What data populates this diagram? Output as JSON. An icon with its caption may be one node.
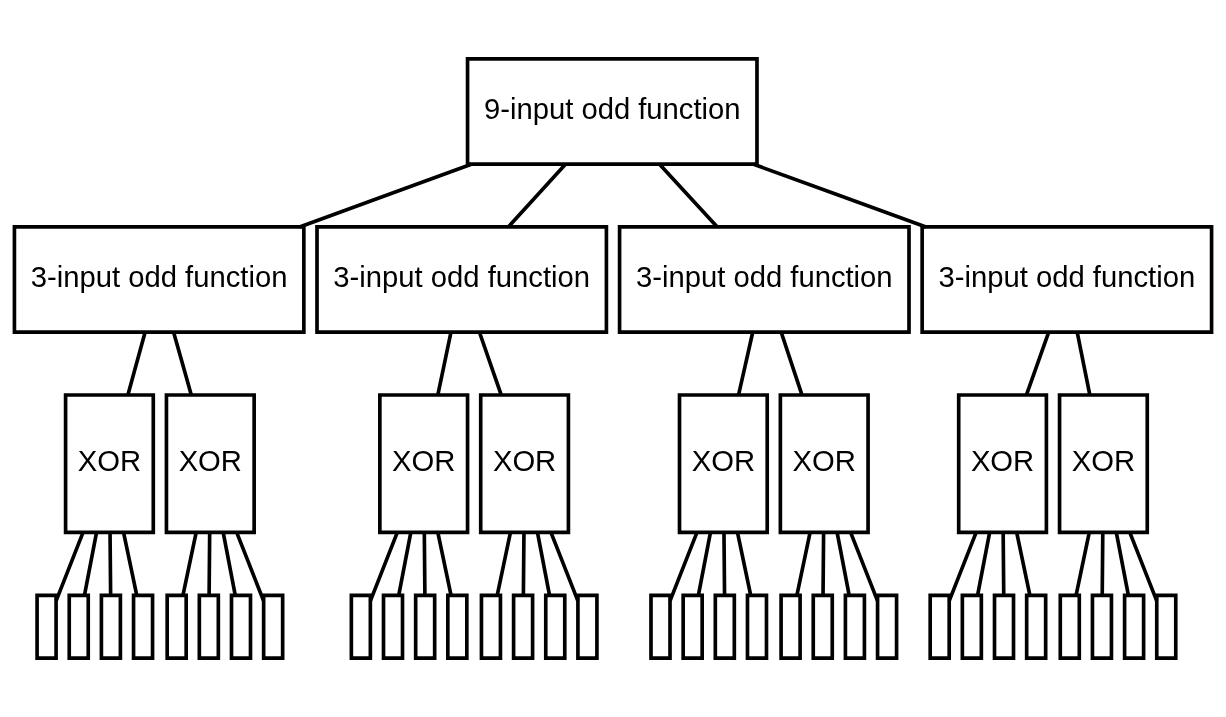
{
  "diagram": {
    "nodes": [
      {
        "text": [
          "9-input odd function"
        ]
      },
      {
        "text": [
          "3-input odd function"
        ]
      },
      {
        "text": [
          "3-input odd function"
        ]
      },
      {
        "text": [
          "3-input odd function"
        ]
      },
      {
        "text": [
          "3-input odd function"
        ]
      },
      {
        "text": [
          "XOR"
        ]
      },
      {
        "text": [
          "XOR"
        ]
      },
      {
        "text": [
          "XOR"
        ]
      },
      {
        "text": [
          "XOR"
        ]
      },
      {
        "text": [
          "XOR"
        ]
      },
      {
        "text": [
          "XOR"
        ]
      },
      {
        "text": [
          "XOR"
        ]
      },
      {
        "text": [
          "XOR"
        ]
      },
      {
        "text": [],
        "shape": "box"
      },
      {
        "text": [],
        "shape": "box"
      },
      {
        "text": [],
        "shape": "box"
      },
      {
        "text": [],
        "shape": "box"
      },
      {
        "text": [],
        "shape": "box"
      },
      {
        "text": [],
        "shape": "box"
      },
      {
        "text": [],
        "shape": "box"
      },
      {
        "text": [],
        "shape": "box"
      },
      {
        "text": [],
        "shape": "box"
      },
      {
        "text": [],
        "shape": "box"
      },
      {
        "text": [],
        "shape": "box"
      },
      {
        "text": [],
        "shape": "box"
      },
      {
        "text": [],
        "shape": "box"
      },
      {
        "text": [],
        "shape": "box"
      },
      {
        "text": [],
        "shape": "box"
      },
      {
        "text": [],
        "shape": "box"
      },
      {
        "text": [],
        "shape": "box"
      },
      {
        "text": [],
        "shape": "box"
      },
      {
        "text": [],
        "shape": "box"
      },
      {
        "text": [],
        "shape": "box"
      },
      {
        "text": [],
        "shape": "box"
      },
      {
        "text": [],
        "shape": "box"
      },
      {
        "text": [],
        "shape": "box"
      },
      {
        "text": [],
        "shape": "box"
      },
      {
        "text": [],
        "shape": "box"
      },
      {
        "text": [],
        "shape": "box"
      },
      {
        "text": [],
        "shape": "box"
      },
      {
        "text": [],
        "shape": "box"
      },
      {
        "text": [],
        "shape": "box"
      },
      {
        "text": [],
        "shape": "box"
      },
      {
        "text": [],
        "shape": "box"
      },
      {
        "text": [],
        "shape": "box"
      }
    ],
    "edges": [
      {
        "from": 0,
        "to": 1,
        "arrow": "none"
      },
      {
        "from": 0,
        "to": 2,
        "arrow": "none"
      },
      {
        "from": 0,
        "to": 3,
        "arrow": "none"
      },
      {
        "from": 0,
        "to": 4,
        "arrow": "none"
      },
      {
        "from": 1,
        "to": 5,
        "arrow": "none"
      },
      {
        "from": 1,
        "to": 6,
        "arrow": "none"
      },
      {
        "from": 2,
        "to": 7,
        "arrow": "none"
      },
      {
        "from": 2,
        "to": 8,
        "arrow": "none"
      },
      {
        "from": 3,
        "to": 9,
        "arrow": "none"
      },
      {
        "from": 3,
        "to": 10,
        "arrow": "none"
      },
      {
        "from": 4,
        "to": 11,
        "arrow": "none"
      },
      {
        "from": 4,
        "to": 12,
        "arrow": "none"
      },
      {
        "from": 5,
        "to": 13,
        "arrow": "none"
      },
      {
        "from": 5,
        "to": 14,
        "arrow": "none"
      },
      {
        "from": 5,
        "to": 15,
        "arrow": "none"
      },
      {
        "from": 5,
        "to": 16,
        "arrow": "none"
      },
      {
        "from": 6,
        "to": 17,
        "arrow": "none"
      },
      {
        "from": 6,
        "to": 18,
        "arrow": "none"
      },
      {
        "from": 6,
        "to": 19,
        "arrow": "none"
      },
      {
        "from": 6,
        "to": 20,
        "arrow": "none"
      },
      {
        "from": 7,
        "to": 21,
        "arrow": "none"
      },
      {
        "from": 7,
        "to": 22,
        "arrow": "none"
      },
      {
        "from": 7,
        "to": 23,
        "arrow": "none"
      },
      {
        "from": 7,
        "to": 24,
        "arrow": "none"
      },
      {
        "from": 8,
        "to": 25,
        "arrow": "none"
      },
      {
        "from": 8,
        "to": 26,
        "arrow": "none"
      },
      {
        "from": 8,
        "to": 27,
        "arrow": "none"
      },
      {
        "from": 8,
        "to": 28,
        "arrow": "none"
      },
      {
        "from": 9,
        "to": 29,
        "arrow": "none"
      },
      {
        "from": 9,
        "to": 30,
        "arrow": "none"
      },
      {
        "from": 9,
        "to": 31,
        "arrow": "none"
      },
      {
        "from": 9,
        "to": 32,
        "arrow": "none"
      },
      {
        "from": 10,
        "to": 33,
        "arrow": "none"
      },
      {
        "from": 10,
        "to": 34,
        "arrow": "none"
      },
      {
        "from": 10,
        "to": 35,
        "arrow": "none"
      },
      {
        "from": 10,
        "to": 36,
        "arrow": "none"
      },
      {
        "from": 11,
        "to": 37,
        "arrow": "none"
      },
      {
        "from": 11,
        "to": 38,
        "arrow": "none"
      },
      {
        "from": 11,
        "to": 39,
        "arrow": "none"
      },
      {
        "from": 11,
        "to": 40,
        "arrow": "none"
      },
      {
        "from": 12,
        "to": 41,
        "arrow": "none"
      },
      {
        "from": 12,
        "to": 42,
        "arrow": "none"
      },
      {
        "from": 12,
        "to": 43,
        "arrow": "none"
      },
      {
        "from": 12,
        "to": 44,
        "arrow": "none"
      }
    ]
  }
}
